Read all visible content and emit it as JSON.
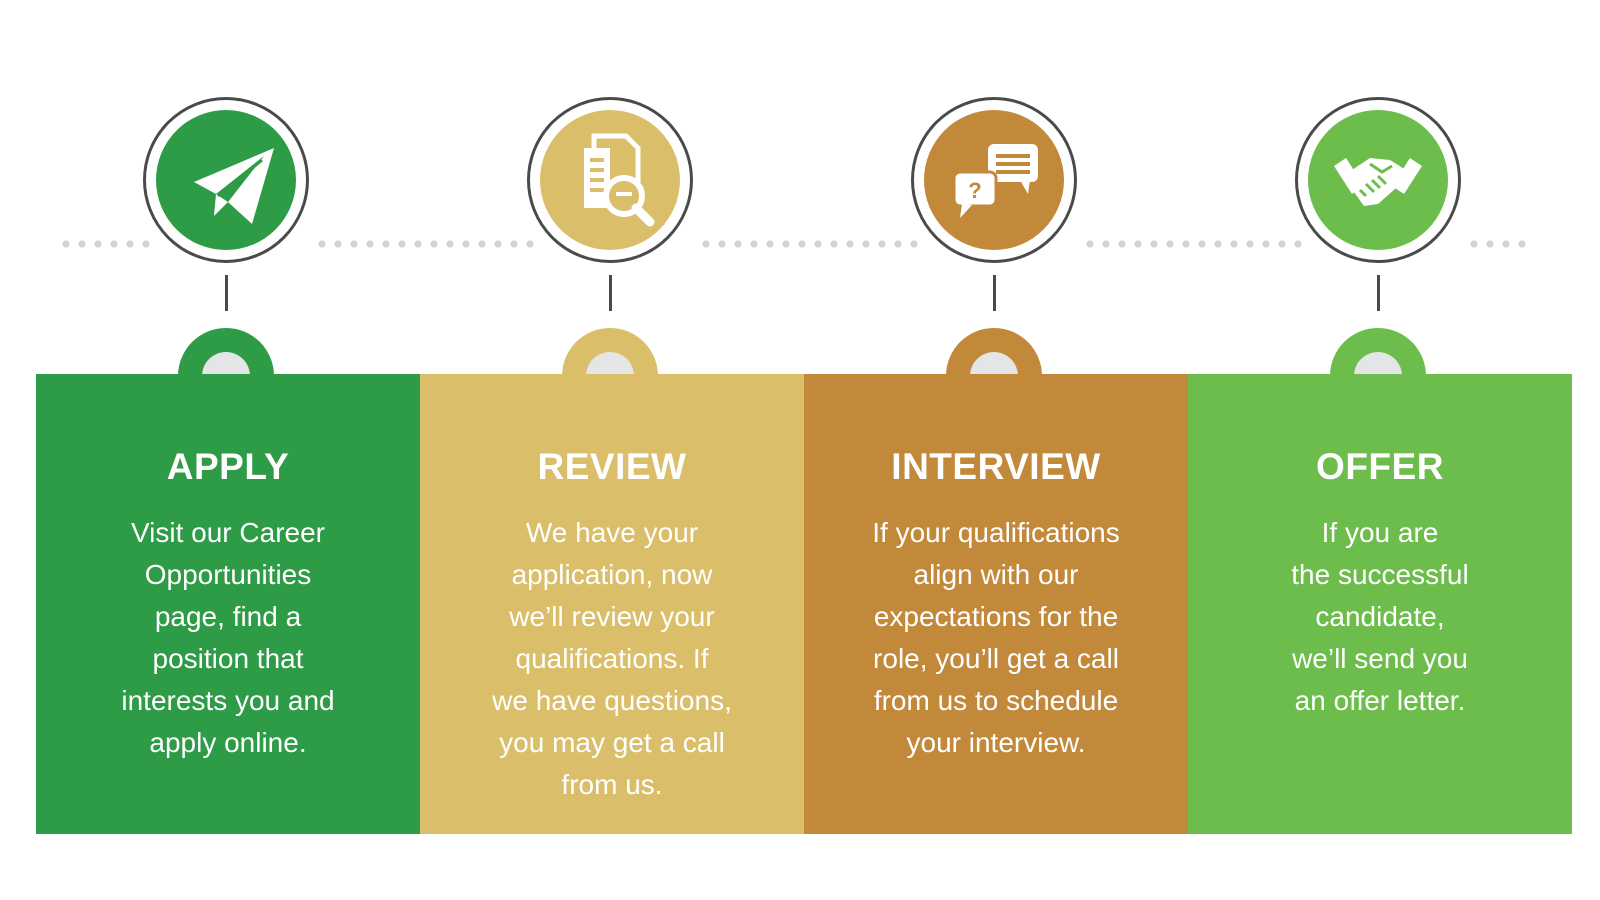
{
  "steps": [
    {
      "id": "apply",
      "title": "APPLY",
      "color": "#2e9b47",
      "icon": "paper-plane-icon",
      "lines": [
        "Visit our Career",
        "Opportunities",
        "page, find a",
        "position that",
        "interests you and",
        "apply online."
      ]
    },
    {
      "id": "review",
      "title": "REVIEW",
      "color": "#dabe69",
      "icon": "document-search-icon",
      "lines": [
        "We have your",
        "application, now",
        "we’ll review your",
        "qualifications. If",
        "we have questions,",
        "you may get a call",
        "from us."
      ]
    },
    {
      "id": "interview",
      "title": "INTERVIEW",
      "color": "#c2893a",
      "icon": "chat-bubbles-icon",
      "lines": [
        "If your qualifications",
        "align with our",
        "expectations for the",
        "role, you’ll get a call",
        "from us to schedule",
        "your interview."
      ]
    },
    {
      "id": "offer",
      "title": "OFFER",
      "color": "#6cbd4b",
      "icon": "handshake-icon",
      "lines": [
        "If you are",
        "the successful",
        "candidate,",
        "we’ll send you",
        "an offer letter."
      ]
    }
  ],
  "connector": {
    "style": "dotted",
    "color": "#d3d4d6"
  }
}
